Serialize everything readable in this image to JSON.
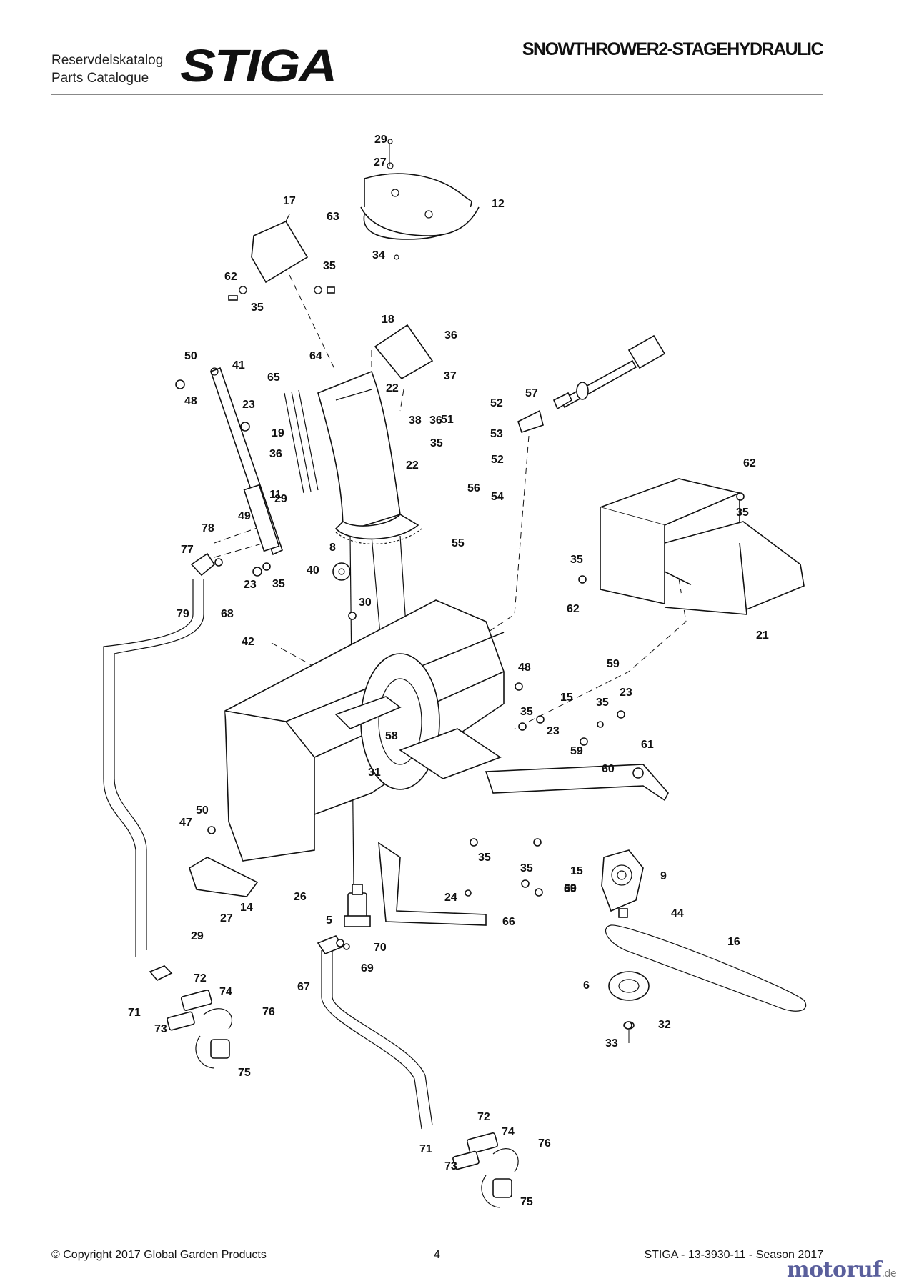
{
  "header": {
    "catalog_label_1": "Reservdelskatalog",
    "catalog_label_2": "Parts Catalogue",
    "brand": "STIGA",
    "title": "SNOWTHROWER2-STAGEHYDRAULIC"
  },
  "footer": {
    "copyright": "© Copyright 2017 Global Garden Products",
    "page_number": "4",
    "reference": "STIGA - 13-3930-11 - Season 2017"
  },
  "watermark": {
    "name": "motoruf",
    "tld": ".de"
  },
  "colors": {
    "ink": "#111111",
    "rule": "#888888",
    "watermark": "#5a5f9c"
  },
  "callouts": [
    "29",
    "27",
    "12",
    "34",
    "17",
    "63",
    "35",
    "62",
    "35",
    "18",
    "36",
    "37",
    "64",
    "50",
    "41",
    "48",
    "23",
    "65",
    "19",
    "22",
    "36",
    "38",
    "22",
    "36",
    "11",
    "29",
    "56",
    "57",
    "52",
    "51",
    "53",
    "35",
    "52",
    "54",
    "55",
    "49",
    "78",
    "77",
    "23",
    "35",
    "8",
    "40",
    "30",
    "79",
    "68",
    "42",
    "62",
    "35",
    "35",
    "62",
    "21",
    "48",
    "59",
    "15",
    "35",
    "23",
    "35",
    "23",
    "58",
    "59",
    "60",
    "61",
    "31",
    "50",
    "47",
    "14",
    "26",
    "29",
    "27",
    "24",
    "35",
    "59",
    "15",
    "35",
    "59",
    "60",
    "9",
    "44",
    "66",
    "5",
    "70",
    "69",
    "16",
    "6",
    "32",
    "33",
    "67",
    "72",
    "74",
    "71",
    "73",
    "76",
    "75",
    "72",
    "74",
    "76",
    "71",
    "73",
    "75"
  ]
}
